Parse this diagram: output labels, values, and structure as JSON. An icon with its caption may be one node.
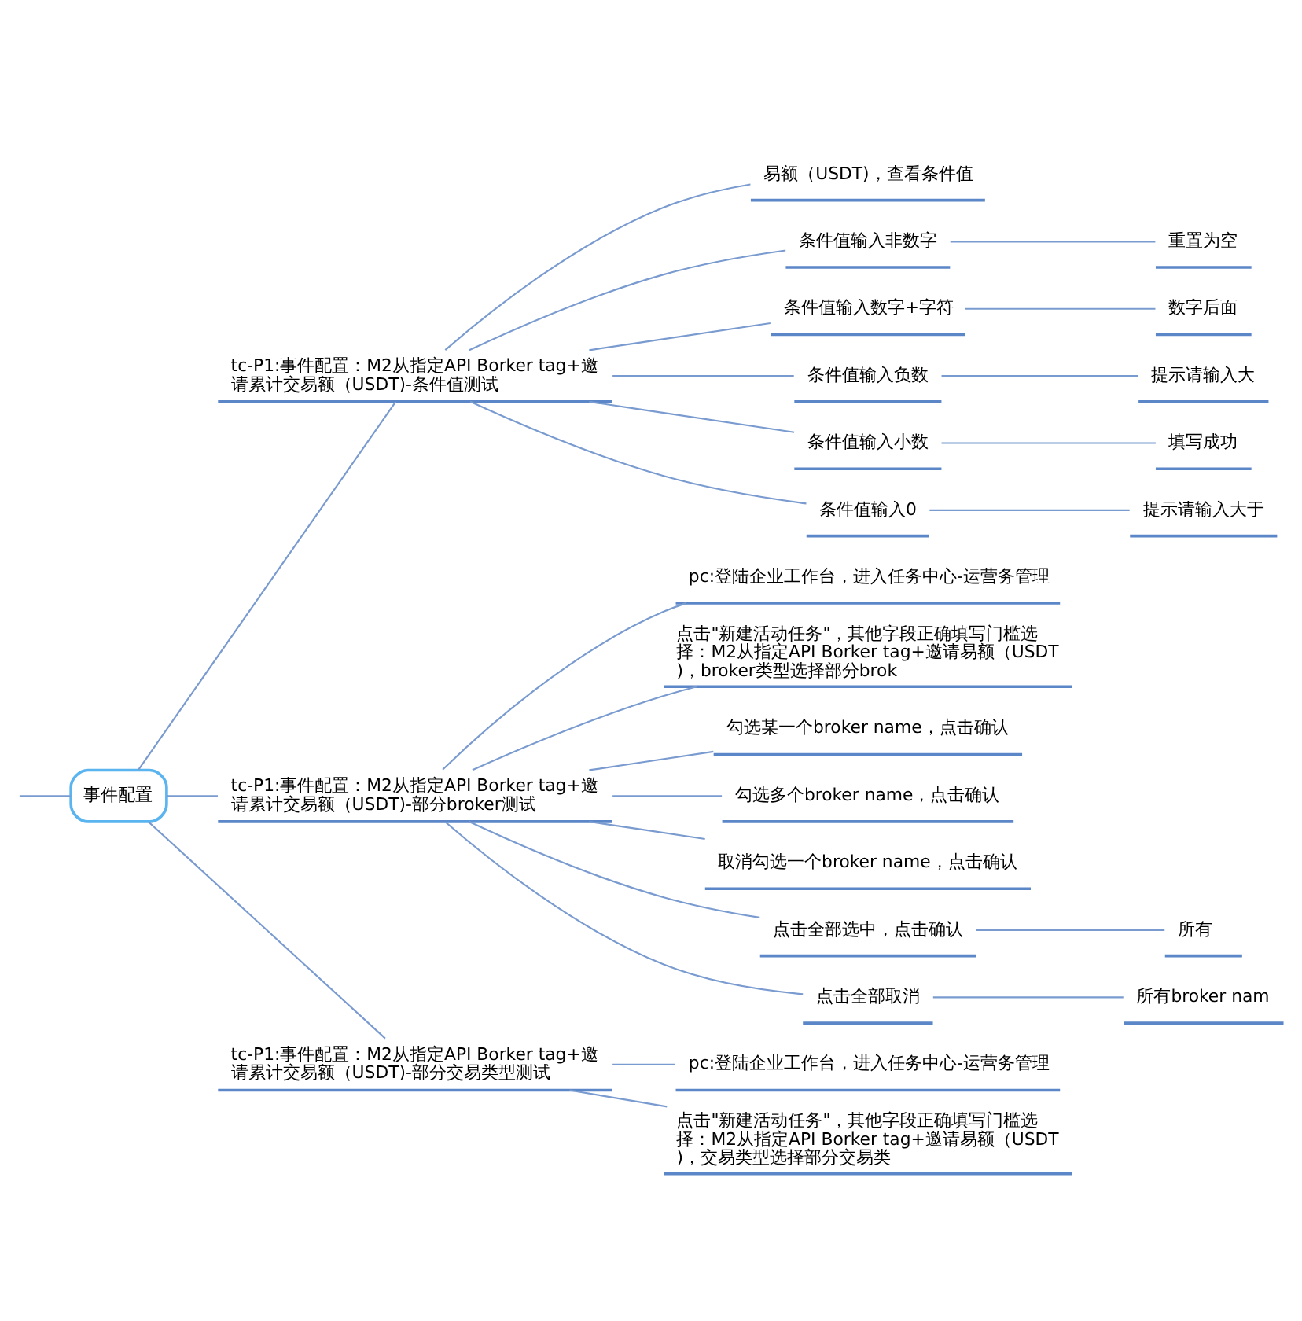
{
  "diagram": {
    "nodes": [
      {
        "text": [
          "事件配置"
        ]
      },
      {
        "text": [
          "tc-P1:事件配置：M2从指定API Borker tag+邀请累计交易额（USDT)-条件值测试"
        ]
      },
      {
        "text": [
          "易额（USDT)，查看条件值"
        ]
      },
      {
        "text": [
          "条件值输入非数字"
        ]
      },
      {
        "text": [
          "重置为空"
        ]
      },
      {
        "text": [
          "条件值输入数字+字符"
        ]
      },
      {
        "text": [
          "数字后面"
        ]
      },
      {
        "text": [
          "条件值输入负数"
        ]
      },
      {
        "text": [
          "提示请输入大"
        ]
      },
      {
        "text": [
          "条件值输入小数"
        ]
      },
      {
        "text": [
          "填写成功"
        ]
      },
      {
        "text": [
          "条件值输入0"
        ]
      },
      {
        "text": [
          "提示请输入大于"
        ]
      },
      {
        "text": [
          "tc-P1:事件配置：M2从指定API Borker tag+邀请累计交易额（USDT)-部分broker测试"
        ]
      },
      {
        "text": [
          "pc:登陆企业工作台，进入任务中心-运营务管理"
        ]
      },
      {
        "text": [
          "点击\"新建活动任务\"，其他字段正确填写门槛选择：M2从指定API Borker tag+邀请易额（USDT)，broker类型选择部分brok"
        ]
      },
      {
        "text": [
          "勾选某一个broker name，点击确认"
        ]
      },
      {
        "text": [
          "勾选多个broker name，点击确认"
        ]
      },
      {
        "text": [
          "取消勾选一个broker name，点击确认"
        ]
      },
      {
        "text": [
          "点击全部选中，点击确认"
        ]
      },
      {
        "text": [
          "所有"
        ]
      },
      {
        "text": [
          "点击全部取消"
        ]
      },
      {
        "text": [
          "所有broker nam"
        ]
      },
      {
        "text": [
          "tc-P1:事件配置：M2从指定API Borker tag+邀请累计交易额（USDT)-部分交易类型测试"
        ]
      },
      {
        "text": [
          "pc:登陆企业工作台，进入任务中心-运营务管理"
        ]
      },
      {
        "text": [
          "点击\"新建活动任务\"，其他字段正确填写门槛选择：M2从指定API Borker tag+邀请易额（USDT)，交易类型选择部分交易类"
        ]
      }
    ],
    "edges": [
      {
        "from": null,
        "to": 0,
        "arrow": "none"
      },
      {
        "from": 0,
        "to": 1,
        "arrow": "none"
      },
      {
        "from": 0,
        "to": 13,
        "arrow": "none"
      },
      {
        "from": 0,
        "to": 23,
        "arrow": "none"
      },
      {
        "from": 1,
        "to": 2,
        "arrow": "none"
      },
      {
        "from": 1,
        "to": 3,
        "arrow": "none"
      },
      {
        "from": 3,
        "to": 4,
        "arrow": "none"
      },
      {
        "from": 1,
        "to": 5,
        "arrow": "none"
      },
      {
        "from": 5,
        "to": 6,
        "arrow": "none"
      },
      {
        "from": 1,
        "to": 7,
        "arrow": "none"
      },
      {
        "from": 7,
        "to": 8,
        "arrow": "none"
      },
      {
        "from": 1,
        "to": 9,
        "arrow": "none"
      },
      {
        "from": 9,
        "to": 10,
        "arrow": "none"
      },
      {
        "from": 1,
        "to": 11,
        "arrow": "none"
      },
      {
        "from": 11,
        "to": 12,
        "arrow": "none"
      },
      {
        "from": 13,
        "to": 14,
        "arrow": "none"
      },
      {
        "from": 13,
        "to": 15,
        "arrow": "none"
      },
      {
        "from": 13,
        "to": 16,
        "arrow": "none"
      },
      {
        "from": 13,
        "to": 17,
        "arrow": "none"
      },
      {
        "from": 13,
        "to": 18,
        "arrow": "none"
      },
      {
        "from": 13,
        "to": 19,
        "arrow": "none"
      },
      {
        "from": 19,
        "to": 20,
        "arrow": "none"
      },
      {
        "from": 13,
        "to": 21,
        "arrow": "none"
      },
      {
        "from": 21,
        "to": 22,
        "arrow": "none"
      },
      {
        "from": 23,
        "to": 24,
        "arrow": "none"
      },
      {
        "from": 23,
        "to": 25,
        "arrow": "none"
      }
    ]
  }
}
